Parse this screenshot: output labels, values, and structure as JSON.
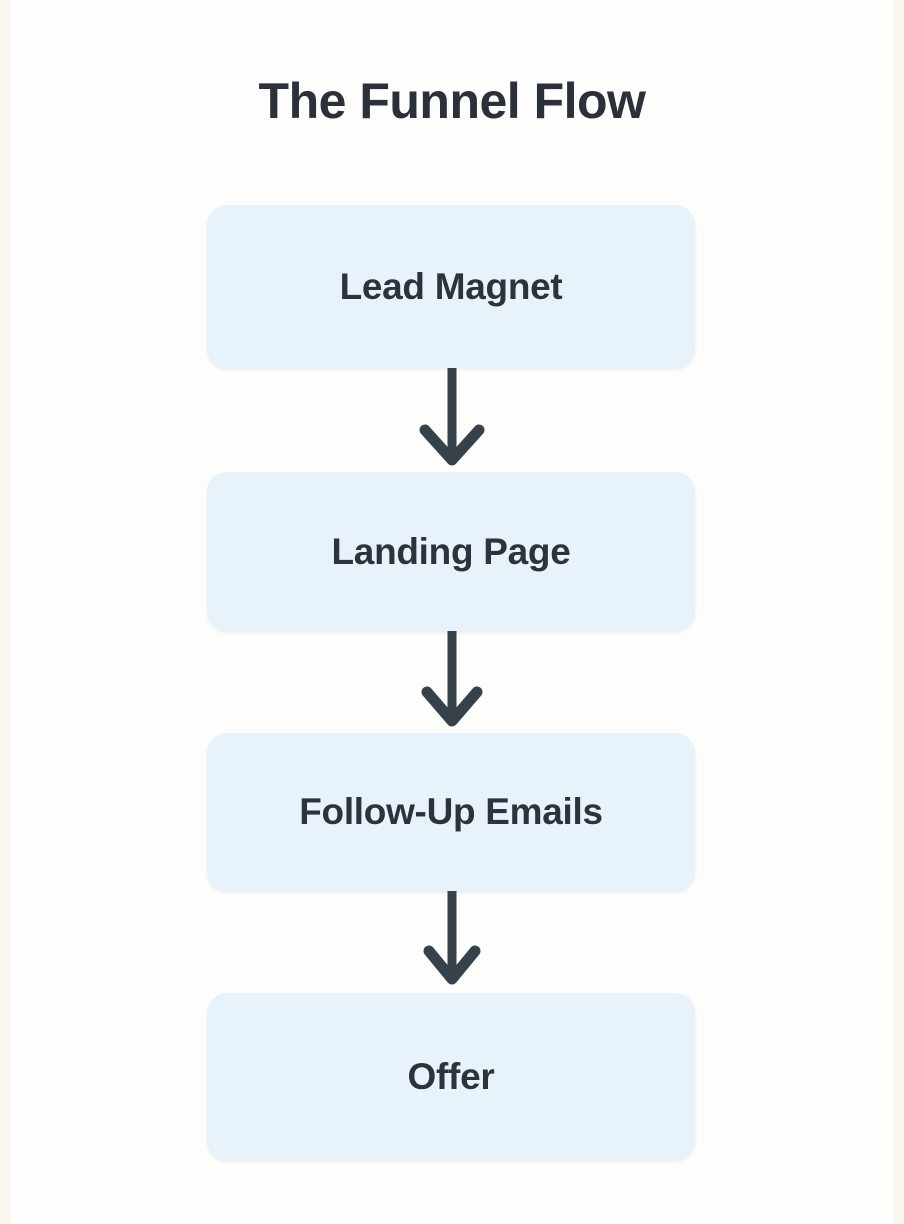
{
  "page": {
    "title": "The Funnel Flow",
    "background_color": "#fdfdfc",
    "edge_strip_color": "#f9f6ef"
  },
  "diagram": {
    "type": "flowchart",
    "orientation": "vertical",
    "title": "The Funnel Flow",
    "node_fill_color": "#e7f2fa",
    "node_text_color": "#2b333c",
    "connector_color": "#37414a",
    "nodes": [
      {
        "id": "lead-magnet",
        "label": "Lead Magnet"
      },
      {
        "id": "landing-page",
        "label": "Landing Page"
      },
      {
        "id": "follow-up-emails",
        "label": "Follow-Up Emails"
      },
      {
        "id": "offer",
        "label": "Offer"
      }
    ],
    "connectors": [
      {
        "id": "arrow-1",
        "from": "lead-magnet",
        "to": "landing-page",
        "icon": "arrow-down-icon"
      },
      {
        "id": "arrow-2",
        "from": "landing-page",
        "to": "follow-up-emails",
        "icon": "arrow-down-icon"
      },
      {
        "id": "arrow-3",
        "from": "follow-up-emails",
        "to": "offer",
        "icon": "arrow-down-icon"
      }
    ]
  }
}
